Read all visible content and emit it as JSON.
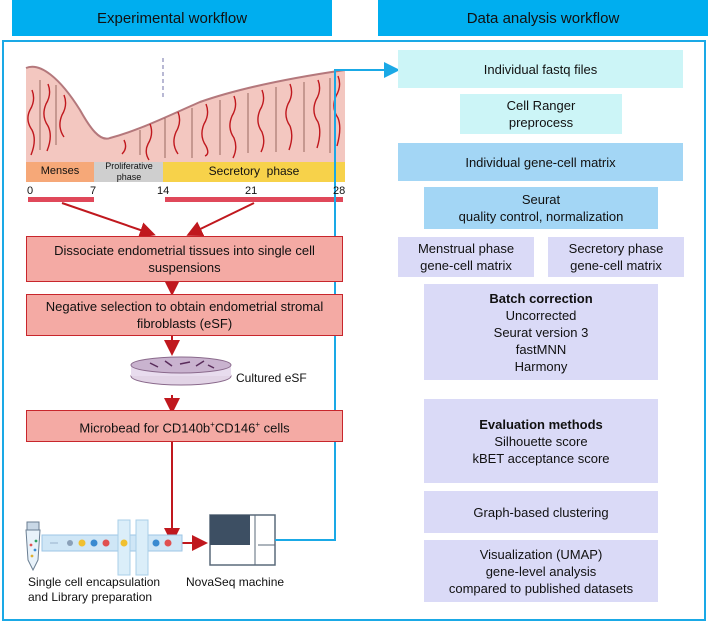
{
  "headers": {
    "left": "Experimental workflow",
    "right": "Data analysis workflow"
  },
  "cycle": {
    "phases": [
      "Menses",
      "Proliferative phase",
      "Secretory  phase"
    ],
    "days": [
      "0",
      "7",
      "14",
      "21",
      "28"
    ]
  },
  "experimental": {
    "step1": "Dissociate endometrial tissues into single cell suspensions",
    "step2": "Negative selection to obtain endometrial stromal fibroblasts (eSF)",
    "cultured": "Cultured eSF",
    "step3_prefix": "Microbead for CD140b",
    "step3_sup1": "+",
    "step3_mid": "CD146",
    "step3_sup2": "+",
    "step3_suffix": " cells",
    "encapsulation": "Single cell encapsulation and Library preparation",
    "novaseq": "NovaSeq machine"
  },
  "analysis": {
    "fastq": "Individual fastq files",
    "cellranger_line1": "Cell Ranger",
    "cellranger_line2": "preprocess",
    "matrix": "Individual gene-cell matrix",
    "seurat_line1": "Seurat",
    "seurat_line2": "quality control, normalization",
    "menstrual_line1": "Menstrual phase",
    "menstrual_line2": "gene-cell matrix",
    "secretory_line1": "Secretory phase",
    "secretory_line2": "gene-cell matrix",
    "batch_title": "Batch correction",
    "batch_items": [
      "Uncorrected",
      "Seurat version 3",
      "fastMNN",
      "Harmony"
    ],
    "eval_title": "Evaluation methods",
    "eval_items": [
      "Silhouette score",
      "kBET acceptance score"
    ],
    "clustering": "Graph-based clustering",
    "vis_items": [
      "Visualization (UMAP)",
      "gene-level analysis",
      "compared to published datasets"
    ]
  },
  "colors": {
    "header": "#00aeef",
    "frame": "#1aa9e6",
    "arrow_red": "#c0181e",
    "box_red": "#f4aaa4",
    "cyan": "#ccf5f7",
    "blue": "#a3d6f5",
    "lavender": "#dadaf7"
  }
}
